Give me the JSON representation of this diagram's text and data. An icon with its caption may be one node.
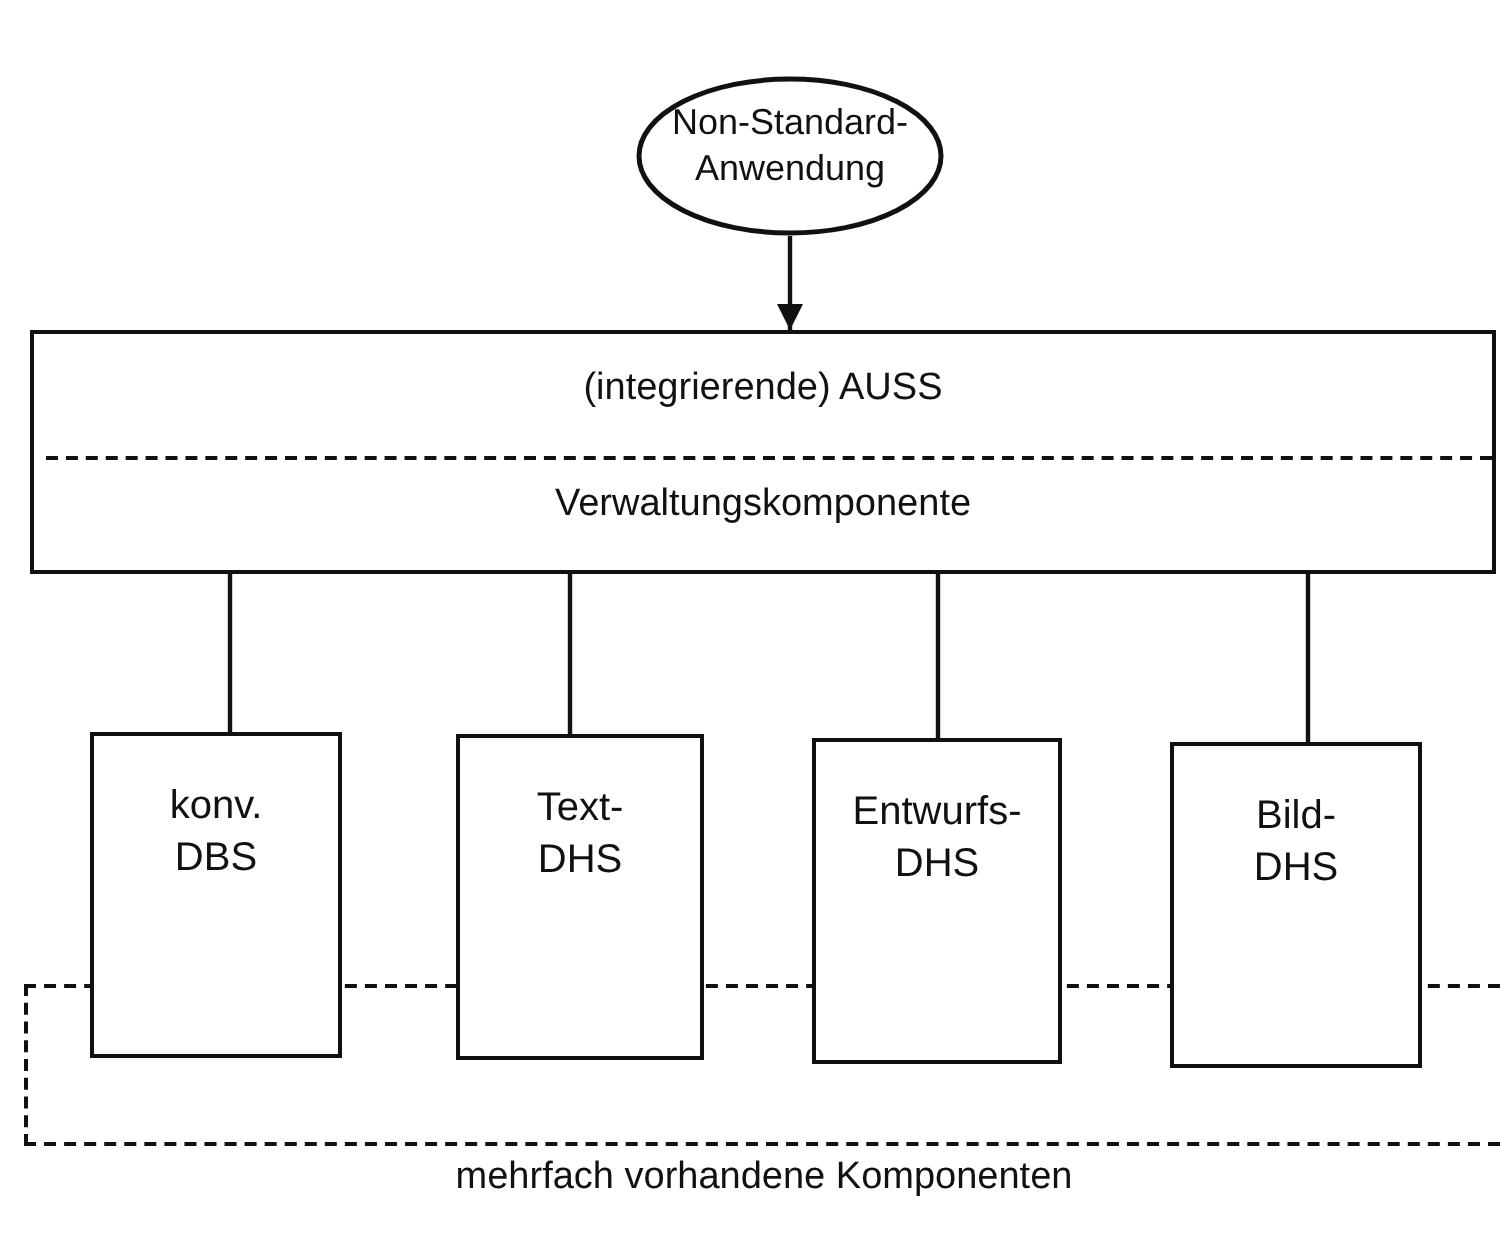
{
  "diagram": {
    "nodes": [
      {
        "text": [
          "Non-Standard- Anwendung"
        ]
      },
      {
        "text": [
          "(integrierende) AUSS",
          "Verwaltungskomponente"
        ]
      },
      {
        "text": [
          "konv. DBS"
        ]
      },
      {
        "text": [
          "Text- DHS"
        ]
      },
      {
        "text": [
          "Entwurfs- DHS"
        ]
      },
      {
        "text": [
          "Bild- DHS"
        ]
      },
      {
        "text": [
          "mehrfach vorhandene Komponenten"
        ]
      }
    ],
    "edges": [
      {
        "from": 0,
        "to": 1,
        "arrow": "to"
      },
      {
        "from": 1,
        "to": 2,
        "arrow": "none"
      },
      {
        "from": 1,
        "to": 3,
        "arrow": "none"
      },
      {
        "from": 1,
        "to": 4,
        "arrow": "none"
      },
      {
        "from": 1,
        "to": 5,
        "arrow": "none"
      }
    ]
  }
}
